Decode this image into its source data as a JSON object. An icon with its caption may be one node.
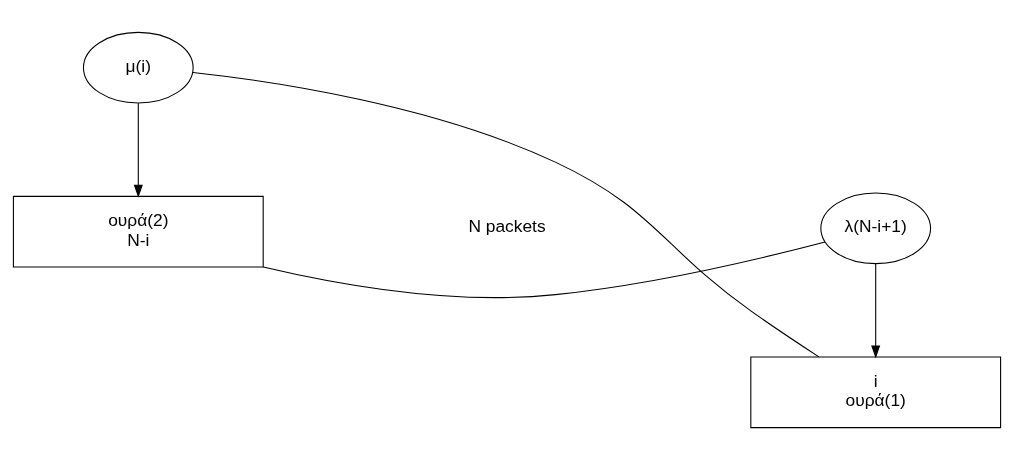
{
  "diagram": {
    "nodes": [
      {
        "text": [
          "ουρά(2)",
          "N-i"
        ]
      },
      {
        "text": [
          "λ(N-i+1)"
        ]
      },
      {
        "text": [
          "μ(i)"
        ]
      },
      {
        "text": [
          "i",
          "ουρά(1)"
        ]
      }
    ],
    "edges": [
      {
        "from": 0,
        "to": 1,
        "arrow": "none"
      },
      {
        "from": 1,
        "to": 3,
        "arrow": "to"
      },
      {
        "from": 3,
        "to": 2,
        "arrow": "none"
      },
      {
        "from": 2,
        "to": 0,
        "arrow": "to"
      }
    ],
    "labels": [
      "N packets"
    ]
  }
}
